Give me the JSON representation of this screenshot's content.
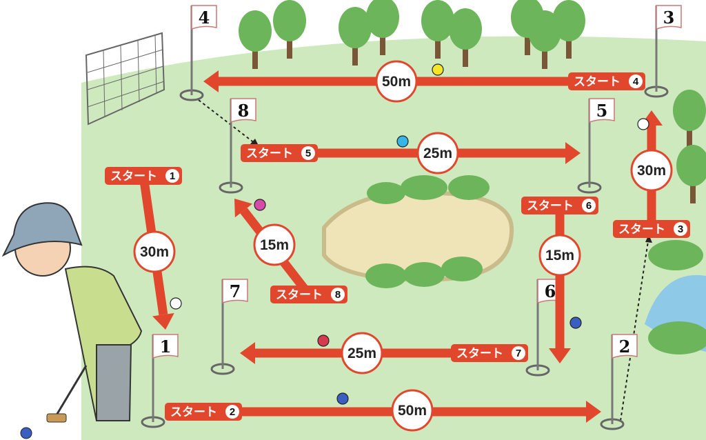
{
  "title": "Ground golf course diagram",
  "colors": {
    "field": "#cfe9bf",
    "arrow": "#e1472c",
    "sand": "#efe4b8",
    "water": "#8fc9e8",
    "tree": "#6db55a",
    "trunk": "#7a5536"
  },
  "start_word": "スタート",
  "holes": [
    {
      "number": "1",
      "start_label": "スタート",
      "start_num": "1",
      "distance": "30m"
    },
    {
      "number": "2",
      "start_label": "スタート",
      "start_num": "2",
      "distance": "50m"
    },
    {
      "number": "3",
      "start_label": "スタート",
      "start_num": "3",
      "distance": "30m"
    },
    {
      "number": "4",
      "start_label": "スタート",
      "start_num": "4",
      "distance": "50m"
    },
    {
      "number": "5",
      "start_label": "スタート",
      "start_num": "5",
      "distance": "25m"
    },
    {
      "number": "6",
      "start_label": "スタート",
      "start_num": "6",
      "distance": "15m"
    },
    {
      "number": "7",
      "start_label": "スタート",
      "start_num": "7",
      "distance": "25m"
    },
    {
      "number": "8",
      "start_label": "スタート",
      "start_num": "8",
      "distance": "15m"
    }
  ]
}
